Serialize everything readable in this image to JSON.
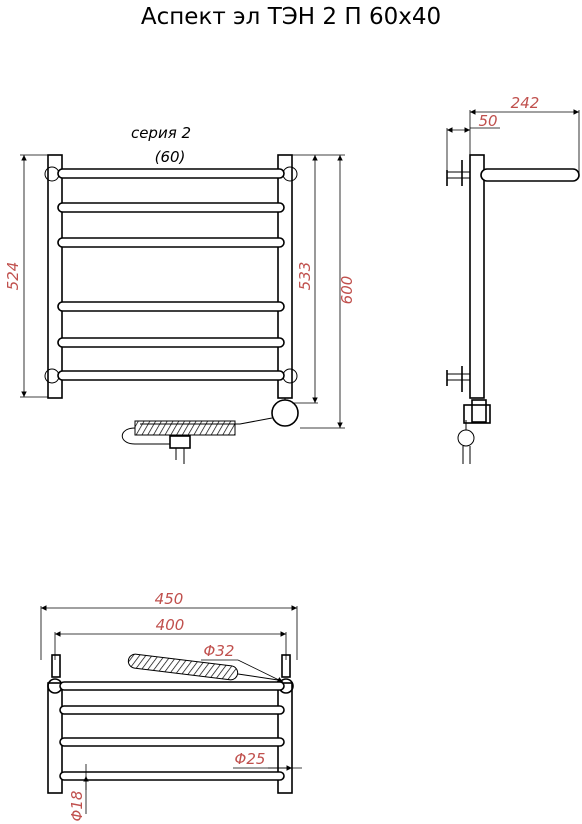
{
  "title": "Аспект эл ТЭН 2 П 60х40",
  "series_note": "серия 2",
  "series_sub": "(60)",
  "dimensions": {
    "height_left": "524",
    "height_inner": "533",
    "height_total": "600",
    "depth_total": "242",
    "depth_offset": "50",
    "width_total": "450",
    "width_inner": "400",
    "diam_heater": "Φ32",
    "diam_collector": "Φ25",
    "diam_bar": "Φ18"
  },
  "colors": {
    "dimension_text": "#c0504d",
    "line": "#000000"
  }
}
